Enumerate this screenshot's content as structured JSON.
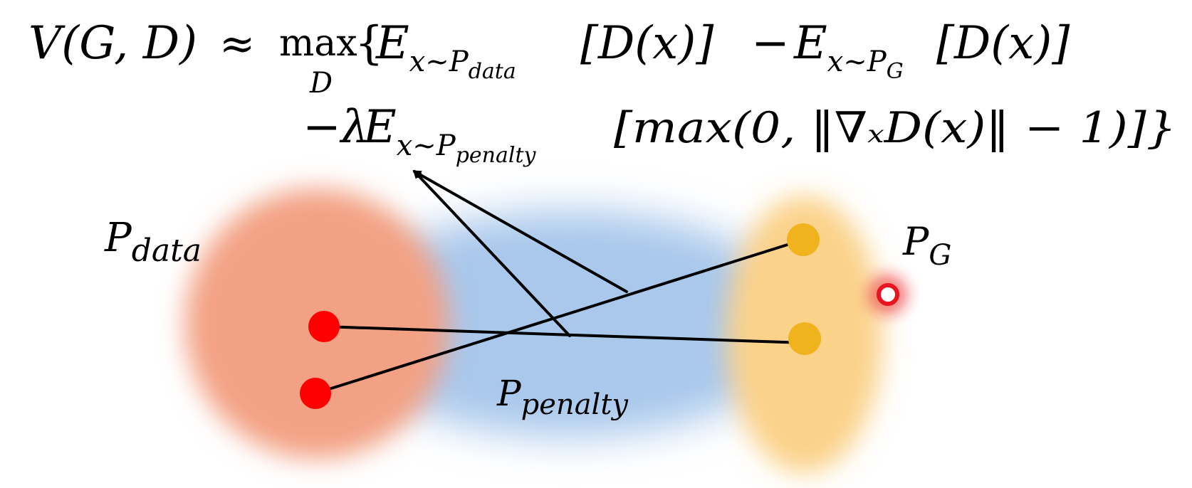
{
  "equation": {
    "line1": {
      "lhs": "V(G, D)",
      "approx": "≈",
      "max_op": "max",
      "max_sub": "D",
      "open_brace": "{",
      "e1": "E",
      "e1_sub_var": "x~P",
      "e1_sub_sub": "data",
      "e1_arg": "[D(x)]",
      "minus": "−",
      "e2": "E",
      "e2_sub_var": "x~P",
      "e2_sub_sub": "G",
      "e2_arg": "[D(x)]"
    },
    "line2": {
      "minus": "−",
      "lambda": "λ",
      "e3": "E",
      "e3_sub_var": "x~P",
      "e3_sub_sub": "penalty",
      "e3_arg": "[max(0, ‖∇ₓD(x)‖ − 1)]}"
    }
  },
  "labels": {
    "p_data": {
      "main": "P",
      "sub": "data"
    },
    "p_g": {
      "main": "P",
      "sub": "G"
    },
    "p_penalty": {
      "main": "P",
      "sub": "penalty"
    }
  },
  "colors": {
    "data_region": "#f3a184",
    "penalty_region": "#a9c8ec",
    "generator_region": "#fbd28a",
    "data_point": "#ff0000",
    "generator_point": "#f0b31d",
    "pg_marker": "#e8141f",
    "line": "#000000"
  },
  "icons": {
    "pg_marker": "red-ring-icon"
  }
}
